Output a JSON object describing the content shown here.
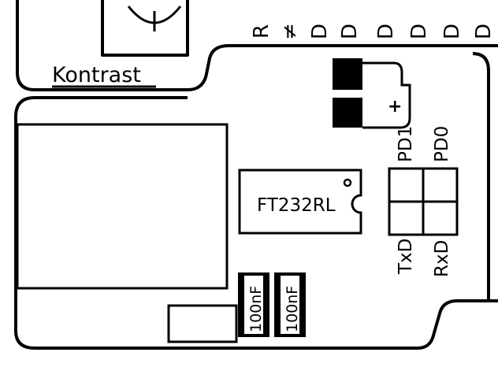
{
  "board": {
    "contrast_label": "Kontrast",
    "chip_label": "FT232RL",
    "header_pins": [
      "R",
      "≠",
      "D",
      "D",
      "D",
      "D",
      "D",
      "D"
    ],
    "led_top_labels": [
      "PD1",
      "PD0"
    ],
    "led_bottom_labels": [
      "TxD",
      "RxD"
    ],
    "capacitor_labels": [
      "100nF",
      "100nF"
    ],
    "polarity_mark": "+"
  }
}
